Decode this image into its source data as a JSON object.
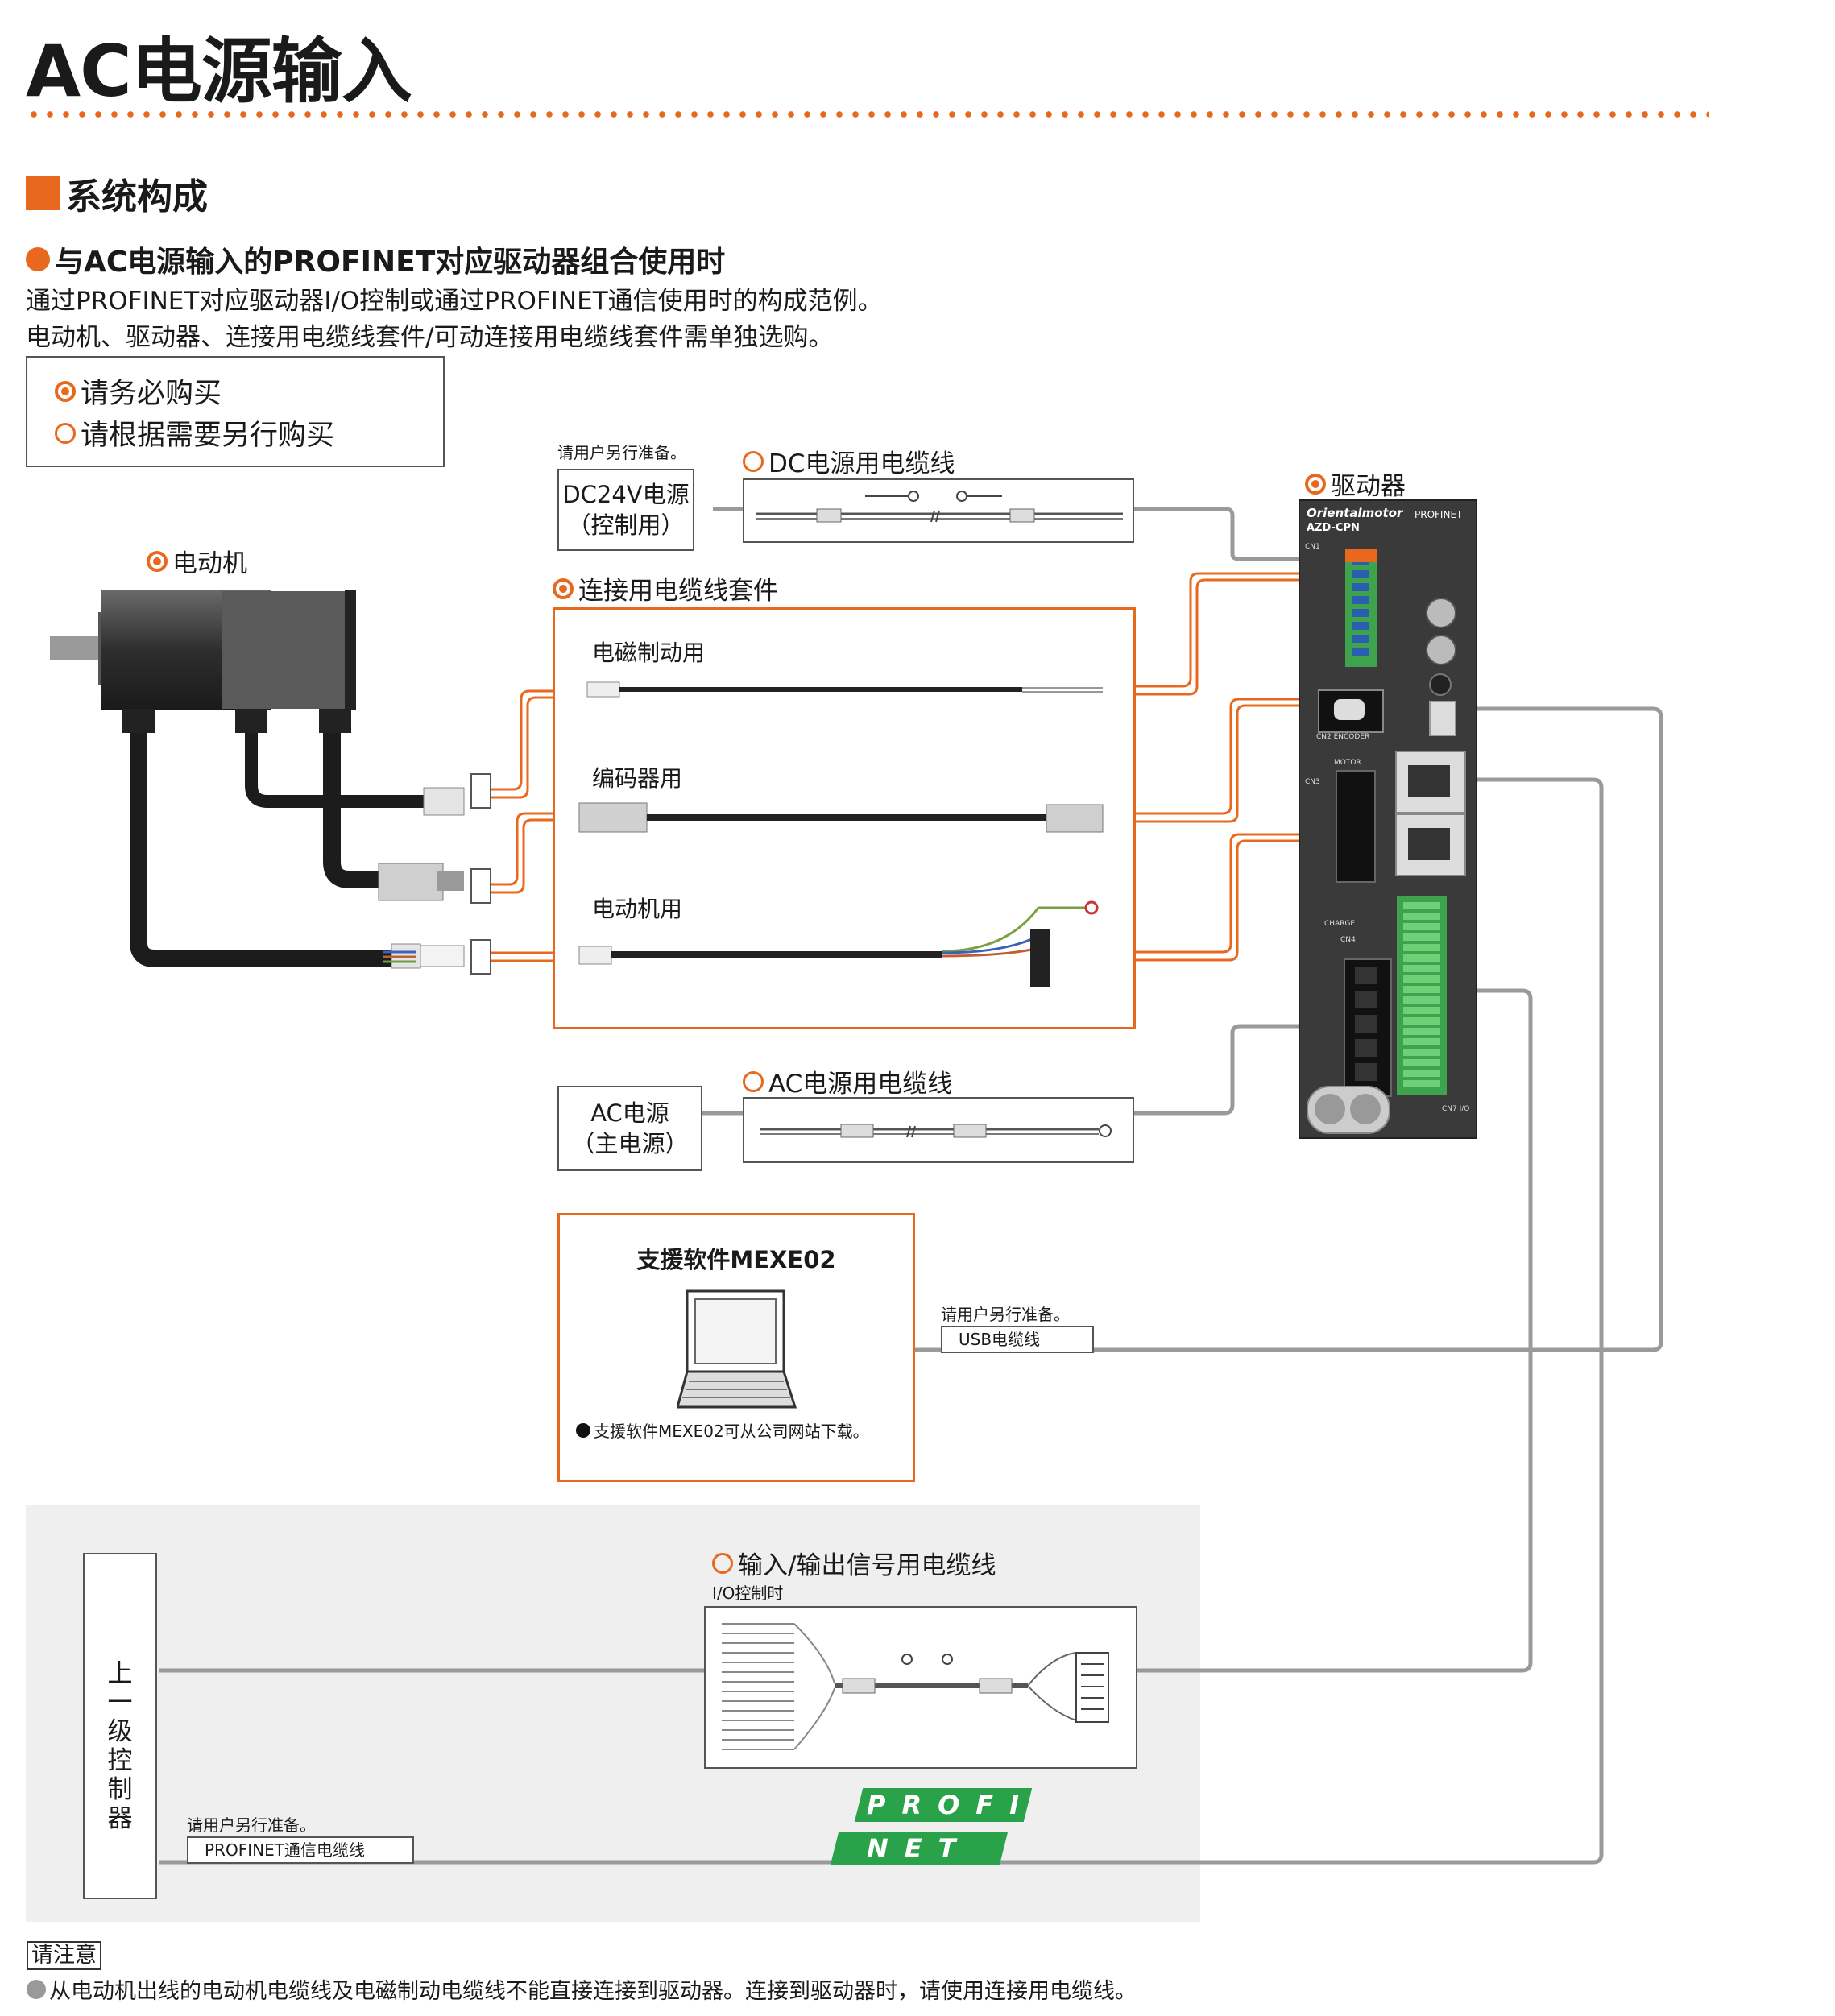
{
  "page": {
    "title": "AC电源输入"
  },
  "section": {
    "heading": "系统构成"
  },
  "combo": {
    "heading": "与AC电源输入的PROFINET对应驱动器组合使用时",
    "desc_1": "通过PROFINET对应驱动器I/O控制或通过PROFINET通信使用时的构成范例。",
    "desc_2": "电动机、驱动器、连接用电缆线套件/可动连接用电缆线套件需单独选购。"
  },
  "legend": {
    "required": "请务必购买",
    "optional": "请根据需要另行购买"
  },
  "components": {
    "user_prepared": "请用户另行准备。",
    "dc_power_source_line1": "DC24V电源",
    "dc_power_source_line2": "（控制用）",
    "dc_power_cable": "DC电源用电缆线",
    "driver": "驱动器",
    "motor": "电动机",
    "cable_kit": "连接用电缆线套件",
    "kit_brake": "电磁制动用",
    "kit_encoder": "编码器用",
    "kit_motor": "电动机用",
    "ac_power_source_line1": "AC电源",
    "ac_power_source_line2": "（主电源）",
    "ac_power_cable": "AC电源用电缆线",
    "software_title": "支援软件MEXE02",
    "software_note": "支援软件MEXE02可从公司网站下载。",
    "usb_cable": "USB电缆线",
    "io_cable": "输入/输出信号用电缆线",
    "io_control": "I/O控制时",
    "host_controller": "上\n一\n级\n控\n制\n器",
    "profinet_cable": "PROFINET通信电缆线",
    "profinet_logo_line1": "PROFI",
    "profinet_logo_line2": "NET"
  },
  "driver_panel": {
    "brand": "Orientalmotor",
    "model": "AZD-CPN",
    "protocol": "PROFINET",
    "cn1": "CN1",
    "cn2": "CN2 ENCODER",
    "cn3": "CN3",
    "motor": "MOTOR",
    "cn4": "CN4",
    "cn7": "CN7 I/O",
    "charge": "CHARGE"
  },
  "note": {
    "label": "请注意",
    "text": "从电动机出线的电动机电缆线及电磁制动电缆线不能直接连接到驱动器。连接到驱动器时，请使用连接用电缆线。"
  },
  "colors": {
    "accent": "#e8691e",
    "cable_gray": "#9a9a9a",
    "driver_body": "#3a3a3a",
    "profinet_green": "#2aa24a"
  }
}
